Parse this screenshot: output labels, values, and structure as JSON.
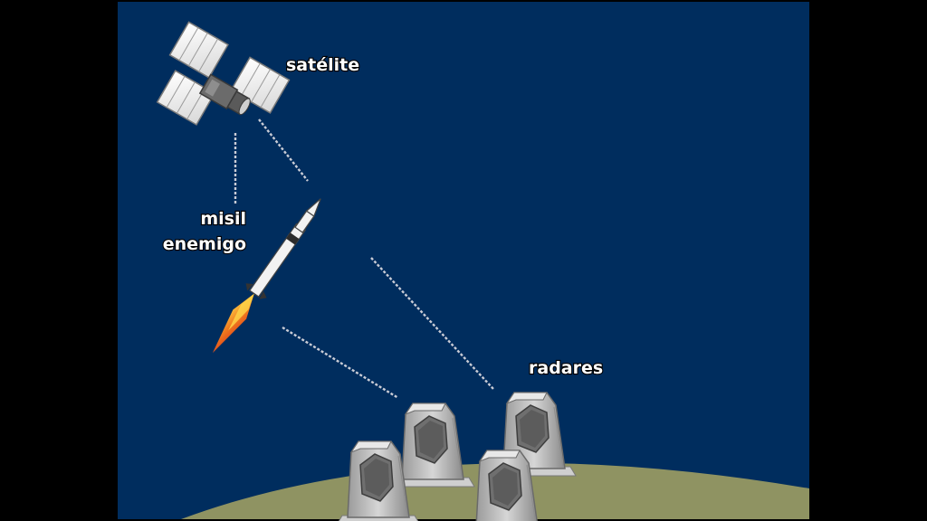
{
  "diagram": {
    "labels": {
      "satellite": "satélite",
      "missile_line1": "misil",
      "missile_line2": "enemigo",
      "radars": "radares"
    },
    "colors": {
      "sky": "#002d5e",
      "ground": "#8f9362",
      "frame": "#000000",
      "flame": "#e8521a",
      "missile_body": "#f2f2f2"
    },
    "icons": [
      "satellite-icon",
      "missile-icon",
      "radar-icon"
    ]
  }
}
